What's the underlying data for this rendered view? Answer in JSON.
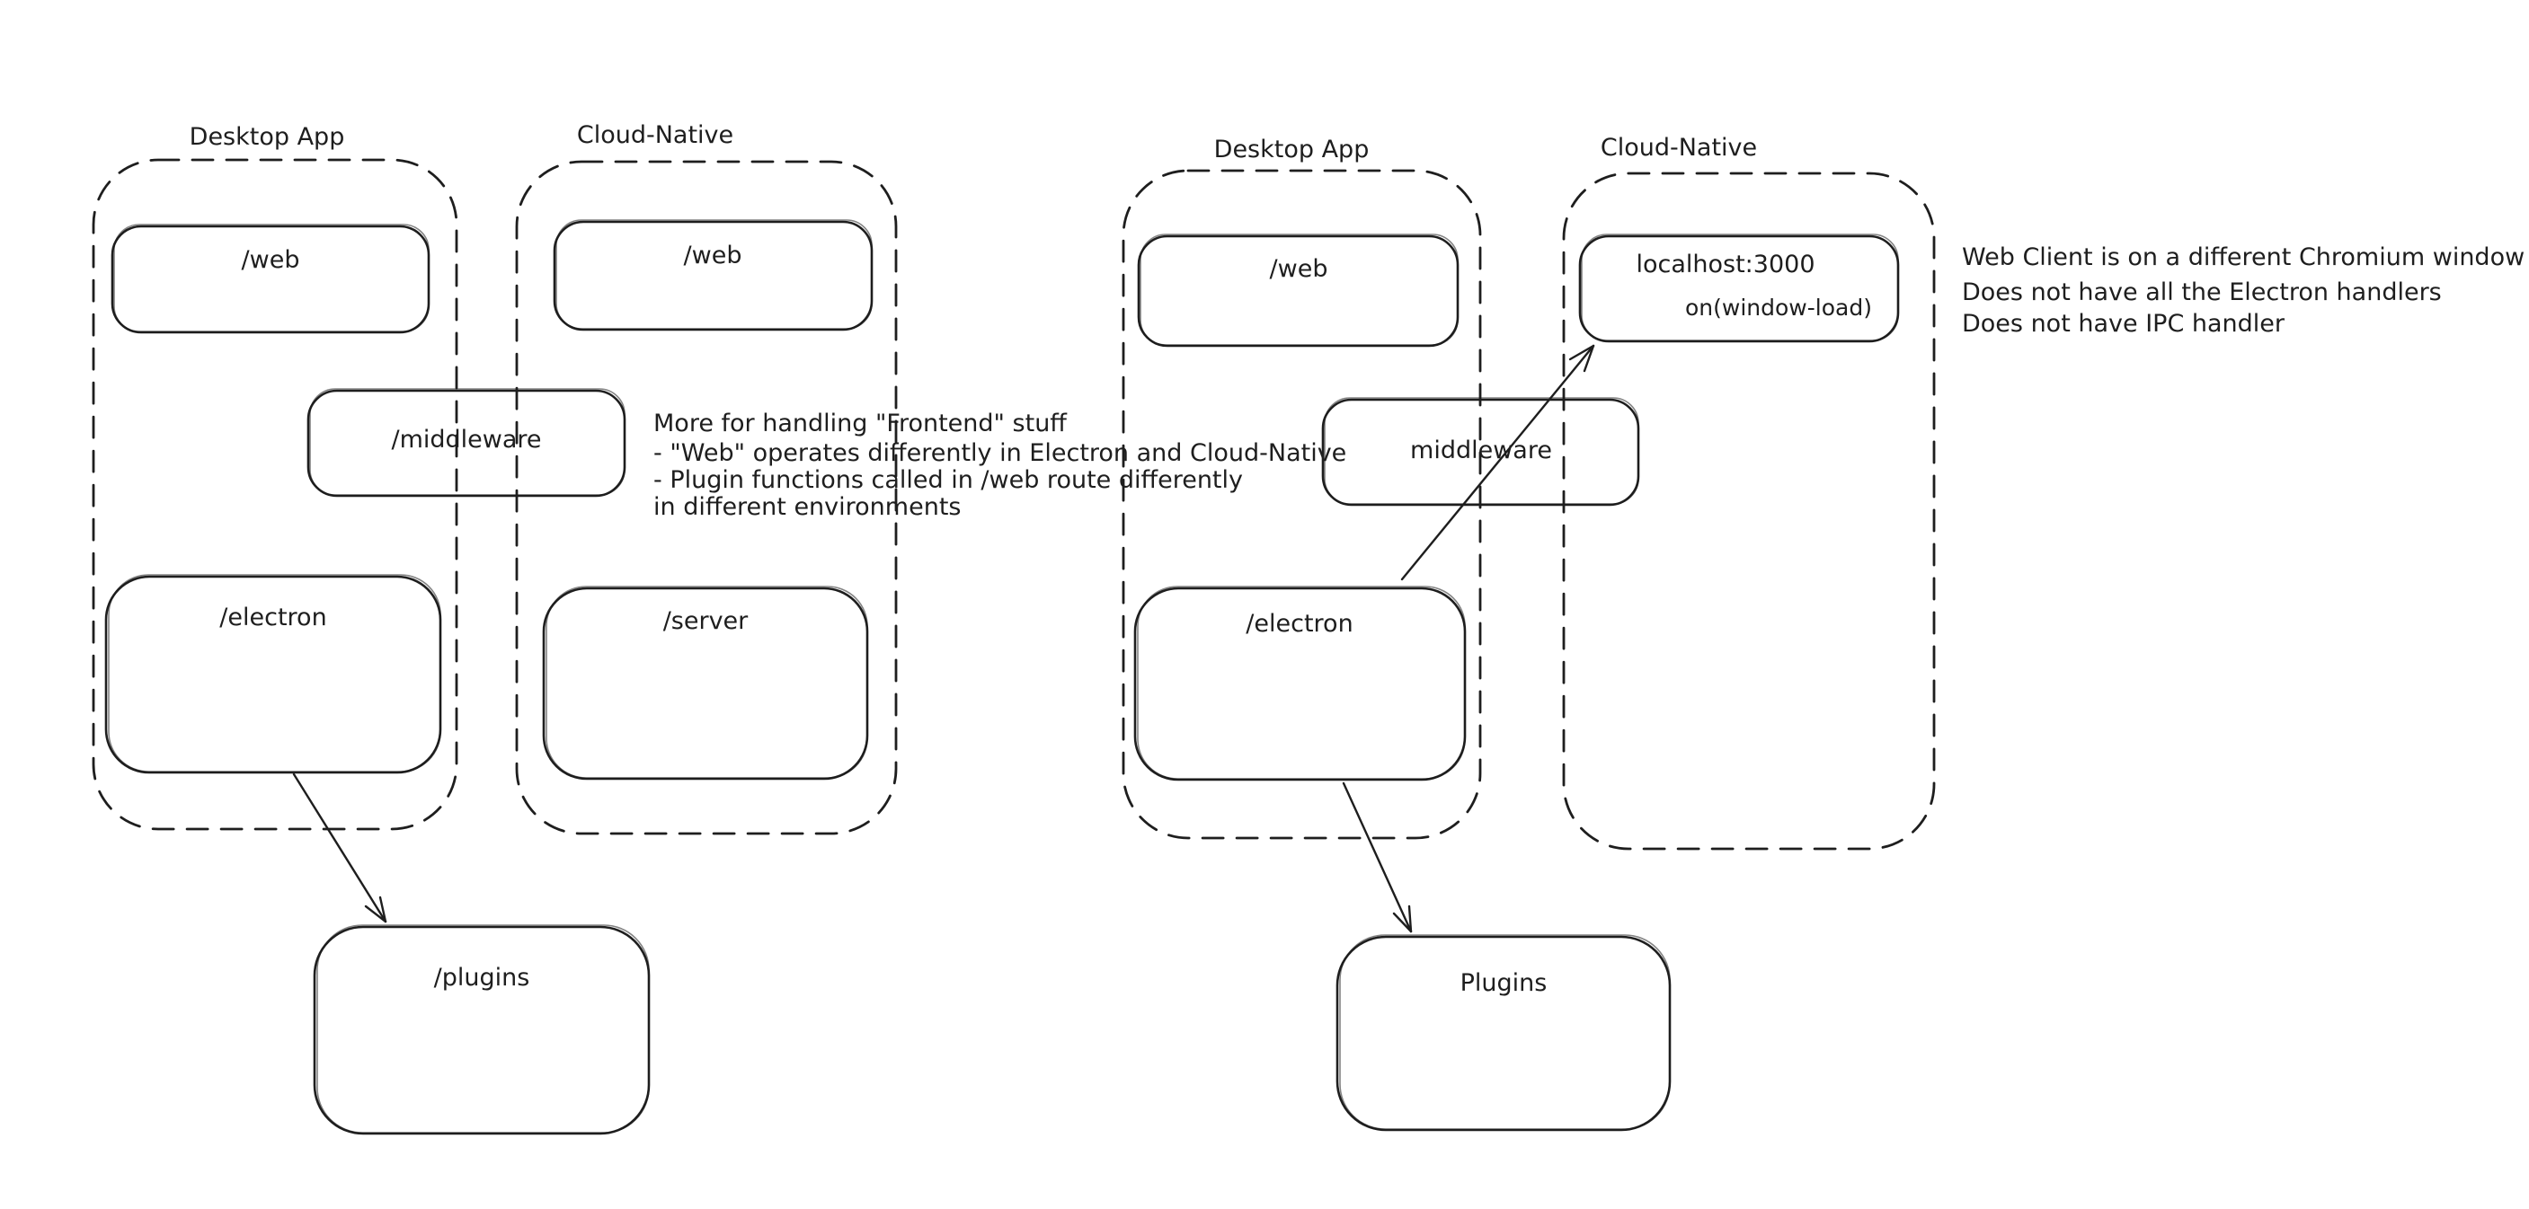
{
  "colors": {
    "ink": "#1e1e1e",
    "green": "#4a9a4f",
    "red": "#d6493b",
    "canvas": "#ffffff"
  },
  "left_diagram": {
    "desktop": {
      "label": "Desktop App",
      "web_box": "/web",
      "electron_box": "/electron"
    },
    "cloud": {
      "label": "Cloud-Native",
      "web_box": "/web",
      "server_box": "/server"
    },
    "middleware_box": "/middleware",
    "plugins_box": "/plugins",
    "note_green": {
      "line1": "More for handling \"Frontend\" stuff",
      "line2": "- \"Web\" operates differently in Electron and Cloud-Native",
      "line3": "- Plugin functions called in /web route differently",
      "line4": "in different environments"
    }
  },
  "right_diagram": {
    "desktop": {
      "label": "Desktop App",
      "web_box": "/web",
      "electron_box": "/electron"
    },
    "cloud": {
      "label": "Cloud-Native",
      "localhost_box": "localhost:3000",
      "handler_label": "on(window-load)"
    },
    "middleware_box": "middleware",
    "plugins_box": "Plugins",
    "note_red": {
      "line1": "Web Client is on a different Chromium window",
      "line2": "Does not have all the Electron handlers",
      "line3": "Does not have IPC handler"
    }
  }
}
